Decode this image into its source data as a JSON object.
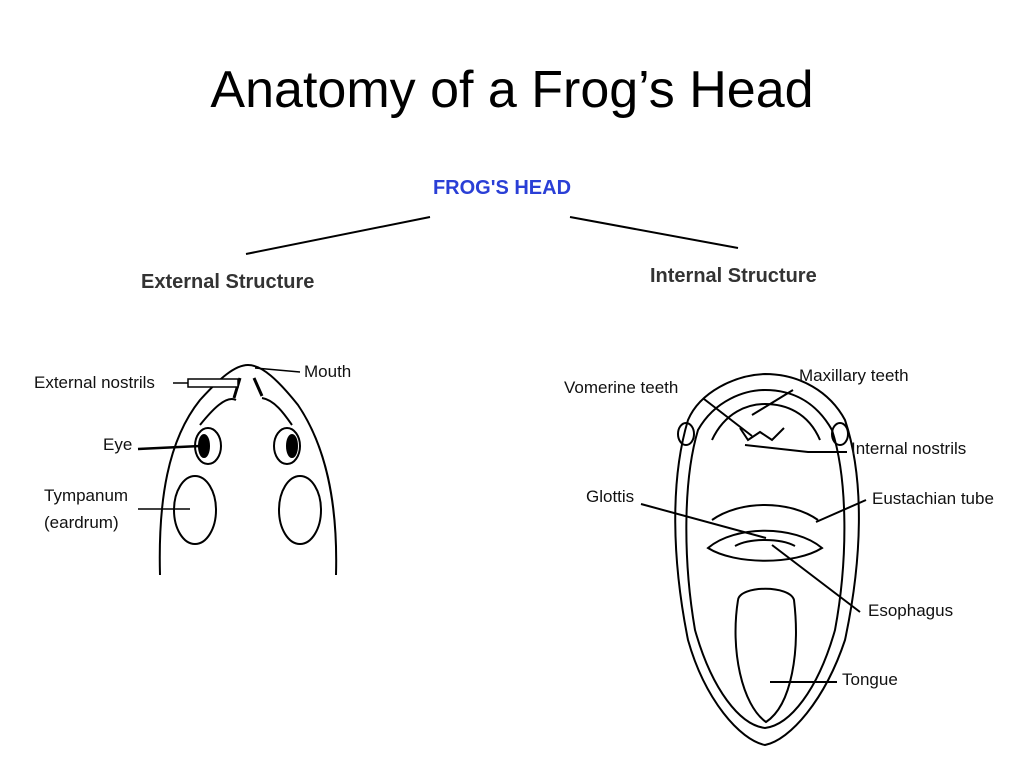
{
  "title": "Anatomy of a Frog’s Head",
  "diagram": {
    "heading": "FROG'S HEAD",
    "external": {
      "heading": "External Structure",
      "labels": {
        "external_nostrils": "External nostrils",
        "mouth": "Mouth",
        "eye": "Eye",
        "tympanum": "Tympanum",
        "eardrum": "(eardrum)"
      }
    },
    "internal": {
      "heading": "Internal Structure",
      "labels": {
        "vomerine_teeth": "Vomerine teeth",
        "maxillary_teeth": "Maxillary teeth",
        "internal_nostrils": "Internal nostrils",
        "glottis": "Glottis",
        "eustachian_tube": "Eustachian tube",
        "esophagus": "Esophagus",
        "tongue": "Tongue"
      }
    }
  },
  "colors": {
    "heading_blue": "#2a3fd6",
    "line": "#000000"
  }
}
